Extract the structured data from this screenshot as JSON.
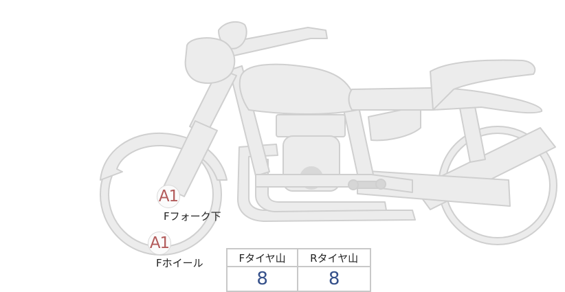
{
  "labels": {
    "fork_grade": "A1",
    "fork_part": "Fフォーク下",
    "wheel_grade": "A1",
    "wheel_part": "Fホイール"
  },
  "tire_table": {
    "headers": [
      "Fタイヤ山",
      "Rタイヤ山"
    ],
    "values": [
      "8",
      "8"
    ]
  },
  "colors": {
    "bike_fill": "#ececec",
    "bike_stroke": "#cfcfcf",
    "grade_text": "#b25a5a",
    "tread_value": "#35508a"
  }
}
